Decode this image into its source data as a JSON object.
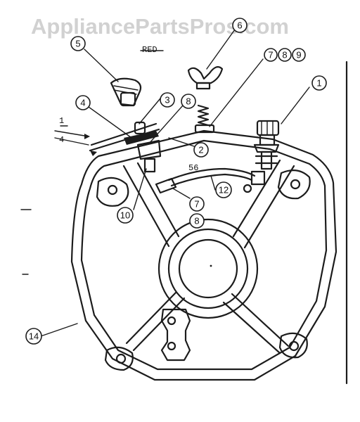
{
  "watermark": "AppliancePartsPros.com",
  "labels": {
    "red": "RED",
    "fraction_numerator": "1",
    "fraction_denominator": "4",
    "wire_gauge": "56"
  },
  "callouts": {
    "c1": "1",
    "c2": "2",
    "c3": "3",
    "c4": "4",
    "c5": "5",
    "c6": "6",
    "c7a": "7",
    "c8a": "8",
    "c9": "9",
    "c7b": "7",
    "c8b": "8",
    "c8c": "8",
    "c10": "10",
    "c12": "12",
    "c14": "14"
  },
  "colors": {
    "ink": "#1c1c1c",
    "watermark": "#c9c9c9"
  }
}
